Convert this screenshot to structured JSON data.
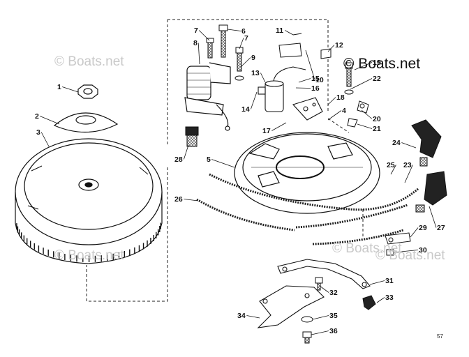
{
  "watermark": {
    "main": "© Boats.net",
    "faint": "© Boats.net"
  },
  "page_number": "57",
  "callouts": [
    {
      "id": "1"
    },
    {
      "id": "2"
    },
    {
      "id": "3"
    },
    {
      "id": "4"
    },
    {
      "id": "5"
    },
    {
      "id": "6"
    },
    {
      "id": "7"
    },
    {
      "id": "7"
    },
    {
      "id": "8"
    },
    {
      "id": "9"
    },
    {
      "id": "10"
    },
    {
      "id": "11"
    },
    {
      "id": "12"
    },
    {
      "id": "13"
    },
    {
      "id": "14"
    },
    {
      "id": "15"
    },
    {
      "id": "16"
    },
    {
      "id": "17"
    },
    {
      "id": "18"
    },
    {
      "id": "19"
    },
    {
      "id": "20"
    },
    {
      "id": "21"
    },
    {
      "id": "22"
    },
    {
      "id": "23"
    },
    {
      "id": "24"
    },
    {
      "id": "25"
    },
    {
      "id": "26"
    },
    {
      "id": "27"
    },
    {
      "id": "28"
    },
    {
      "id": "29"
    },
    {
      "id": "30"
    },
    {
      "id": "31"
    },
    {
      "id": "32"
    },
    {
      "id": "33"
    },
    {
      "id": "34"
    },
    {
      "id": "35"
    },
    {
      "id": "36"
    }
  ]
}
